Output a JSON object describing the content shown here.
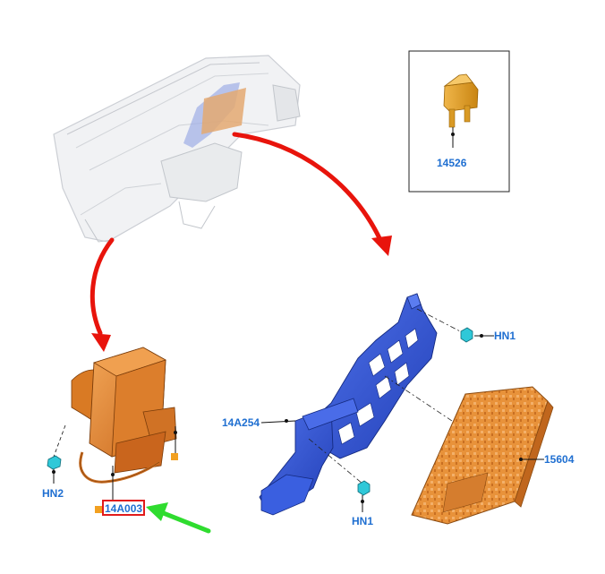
{
  "parts": {
    "dashboard": "dashboard-assembly",
    "fuse": "14526",
    "module_left": "14A003",
    "bracket": "14A254",
    "module_right": "15604",
    "nut_hn1_top": "HN1",
    "nut_hn1_bottom": "HN1",
    "nut_hn2": "HN2"
  },
  "colors": {
    "callout_text": "#1f6fd1",
    "arrow_red": "#e8140c",
    "arrow_green": "#2fdc2f",
    "highlight_box": "#e11b1b",
    "orange_part": "#e8892e",
    "blue_part": "#3558d6",
    "cyan_nut": "#2fc8d8"
  }
}
